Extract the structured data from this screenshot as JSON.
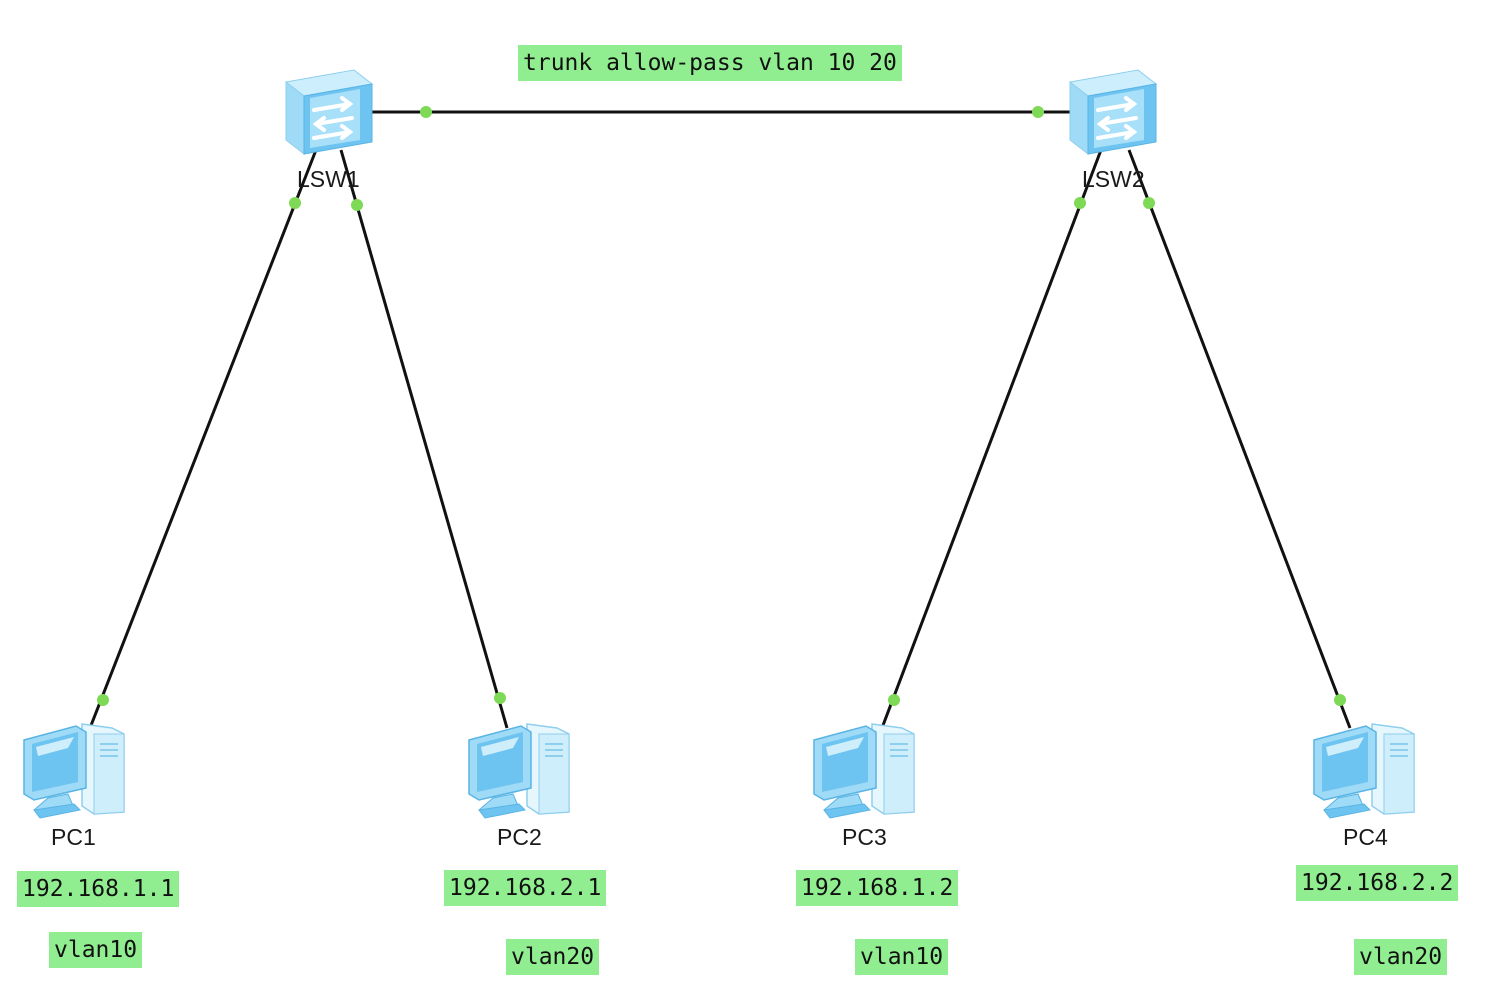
{
  "colors": {
    "link": "#111111",
    "port_dot": "#7ed957",
    "tag_bg": "#90ee90",
    "device_blue": "#6ec4f0"
  },
  "trunk_label": "trunk allow-pass vlan 10 20",
  "switches": [
    {
      "id": "lsw1",
      "label": "LSW1",
      "icon": "switch-icon"
    },
    {
      "id": "lsw2",
      "label": "LSW2",
      "icon": "switch-icon"
    }
  ],
  "pcs": [
    {
      "id": "pc1",
      "label": "PC1",
      "ip": "192.168.1.1",
      "vlan": "vlan10",
      "icon": "pc-icon"
    },
    {
      "id": "pc2",
      "label": "PC2",
      "ip": "192.168.2.1",
      "vlan": "vlan20",
      "icon": "pc-icon"
    },
    {
      "id": "pc3",
      "label": "PC3",
      "ip": "192.168.1.2",
      "vlan": "vlan10",
      "icon": "pc-icon"
    },
    {
      "id": "pc4",
      "label": "PC4",
      "ip": "192.168.2.2",
      "vlan": "vlan20",
      "icon": "pc-icon"
    }
  ],
  "links": [
    {
      "from": "lsw1",
      "to": "lsw2"
    },
    {
      "from": "lsw1",
      "to": "pc1"
    },
    {
      "from": "lsw1",
      "to": "pc2"
    },
    {
      "from": "lsw2",
      "to": "pc3"
    },
    {
      "from": "lsw2",
      "to": "pc4"
    }
  ]
}
